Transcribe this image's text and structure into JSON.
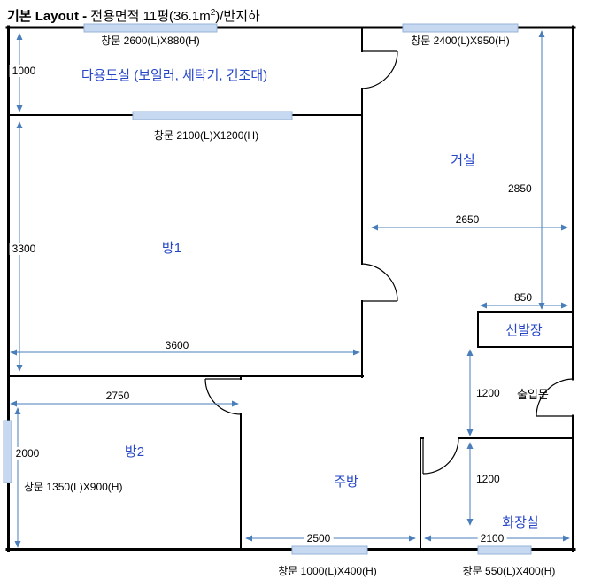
{
  "colors": {
    "wall": "#000000",
    "dimension": "#4a7ebb",
    "room_label": "#2646c8",
    "window_fill": "#c6d9f1",
    "window_border": "#95b3d7"
  },
  "title": {
    "bold": "기본 Layout - ",
    "normal": "전용면적 11평(36.1m",
    "superscript": "2",
    "suffix": ")/반지하"
  },
  "rooms": {
    "utility": "다용도실 (보일러, 세탁기, 건조대)",
    "living": "거실",
    "room1": "방1",
    "shoe_cabinet": "신발장",
    "entrance": "출입문",
    "room2": "방2",
    "kitchen": "주방",
    "bathroom": "화장실"
  },
  "windows": {
    "top_left": "창문 2600(L)X880(H)",
    "top_right": "창문 2400(L)X950(H)",
    "utility_bottom": "창문 2100(L)X1200(H)",
    "room2_left": "창문 1350(L)X900(H)",
    "kitchen_bottom": "창문 1000(L)X400(H)",
    "bathroom_bottom": "창문 550(L)X400(H)"
  },
  "dimensions": {
    "utility_height": "1000",
    "room1_height": "3300",
    "room1_width": "3600",
    "living_height": "2850",
    "living_width": "2650",
    "shoe_width": "850",
    "hall_height": "1200",
    "room2_width": "2750",
    "room2_height": "2000",
    "kitchen_width": "2500",
    "bathroom_height": "1200",
    "bathroom_width": "2100"
  }
}
